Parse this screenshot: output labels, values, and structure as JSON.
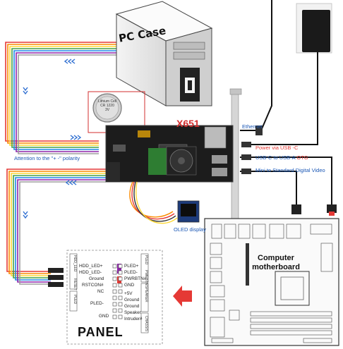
{
  "pc_case": {
    "label": "PC Case"
  },
  "board": {
    "label": "X651"
  },
  "battery": {
    "line1": "Lithium Cell",
    "line2": "CR 1220",
    "line3": "3V"
  },
  "cables": {
    "ethernet": "Ethernet",
    "power": "Power via USB -C",
    "usb_prefix": "USB-C to USB-A ",
    "usb_suffix": "OTG",
    "video": "Mini to Standard Digital Video"
  },
  "polarity_note": "Attention to the \"+ -\" polarity",
  "oled_label": "OLED display",
  "motherboard": {
    "label": "Computer motherboard"
  },
  "panel": {
    "title": "PANEL",
    "left_pins": [
      "HDD_LED+",
      "HDD_LED-",
      "Ground",
      "RSTCON#",
      "NC",
      "PLED-",
      "GND"
    ],
    "right_pins": [
      "PLED+",
      "PLED-",
      "PWRBTN#",
      "GND",
      "+5V",
      "Ground",
      "Ground",
      "Speaker",
      "Intruder#"
    ],
    "left_vertical": [
      "HDD_LED",
      "RESET",
      "PLED"
    ],
    "right_vertical": [
      "PLED",
      "PWRBTN",
      "SPEAKER",
      "CHASSIS"
    ]
  },
  "colors": {
    "title_red": "#d32f2f",
    "note_blue": "#1a57b5",
    "cable_red": "#e53935",
    "arrow_blue": "#2f6fd1"
  }
}
